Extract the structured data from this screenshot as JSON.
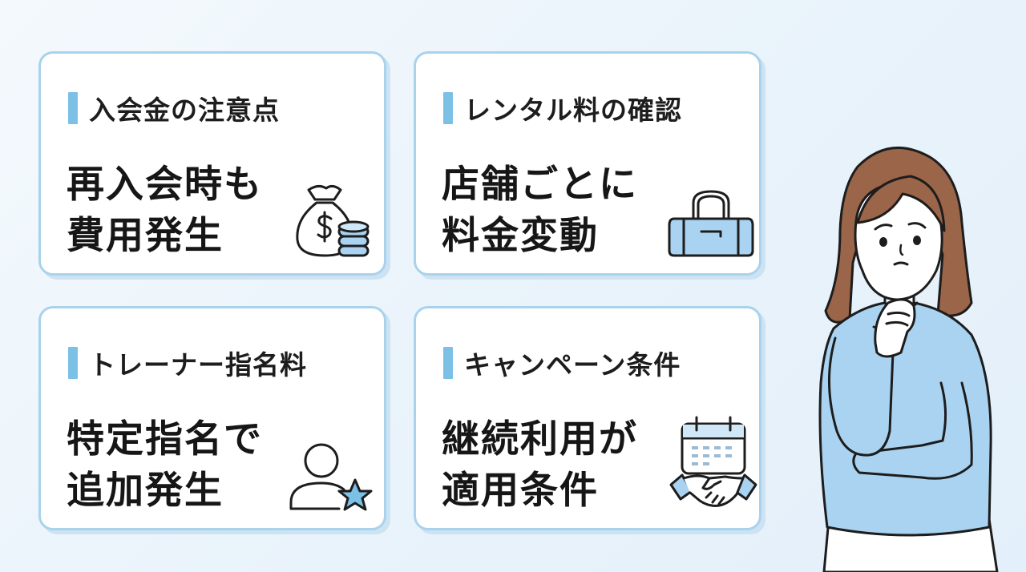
{
  "cards": [
    {
      "title": "入会金の注意点",
      "line1": "再入会時も",
      "line2": "費用発生",
      "icon": "money-bag-coins-icon"
    },
    {
      "title": "レンタル料の確認",
      "line1": "店舗ごとに",
      "line2": "料金変動",
      "icon": "gym-bag-icon"
    },
    {
      "title": "トレーナー指名料",
      "line1": "特定指名で",
      "line2": "追加発生",
      "icon": "person-star-icon"
    },
    {
      "title": "キャンペーン条件",
      "line1": "継続利用が",
      "line2": "適用条件",
      "icon": "calendar-handshake-icon"
    }
  ],
  "colors": {
    "accent": "#7cc0e6",
    "card_border": "#a9d2ec",
    "text": "#1d1d1d",
    "sweater": "#a9d3f0",
    "hair": "#9a6548"
  },
  "illustration": "thinking-woman"
}
